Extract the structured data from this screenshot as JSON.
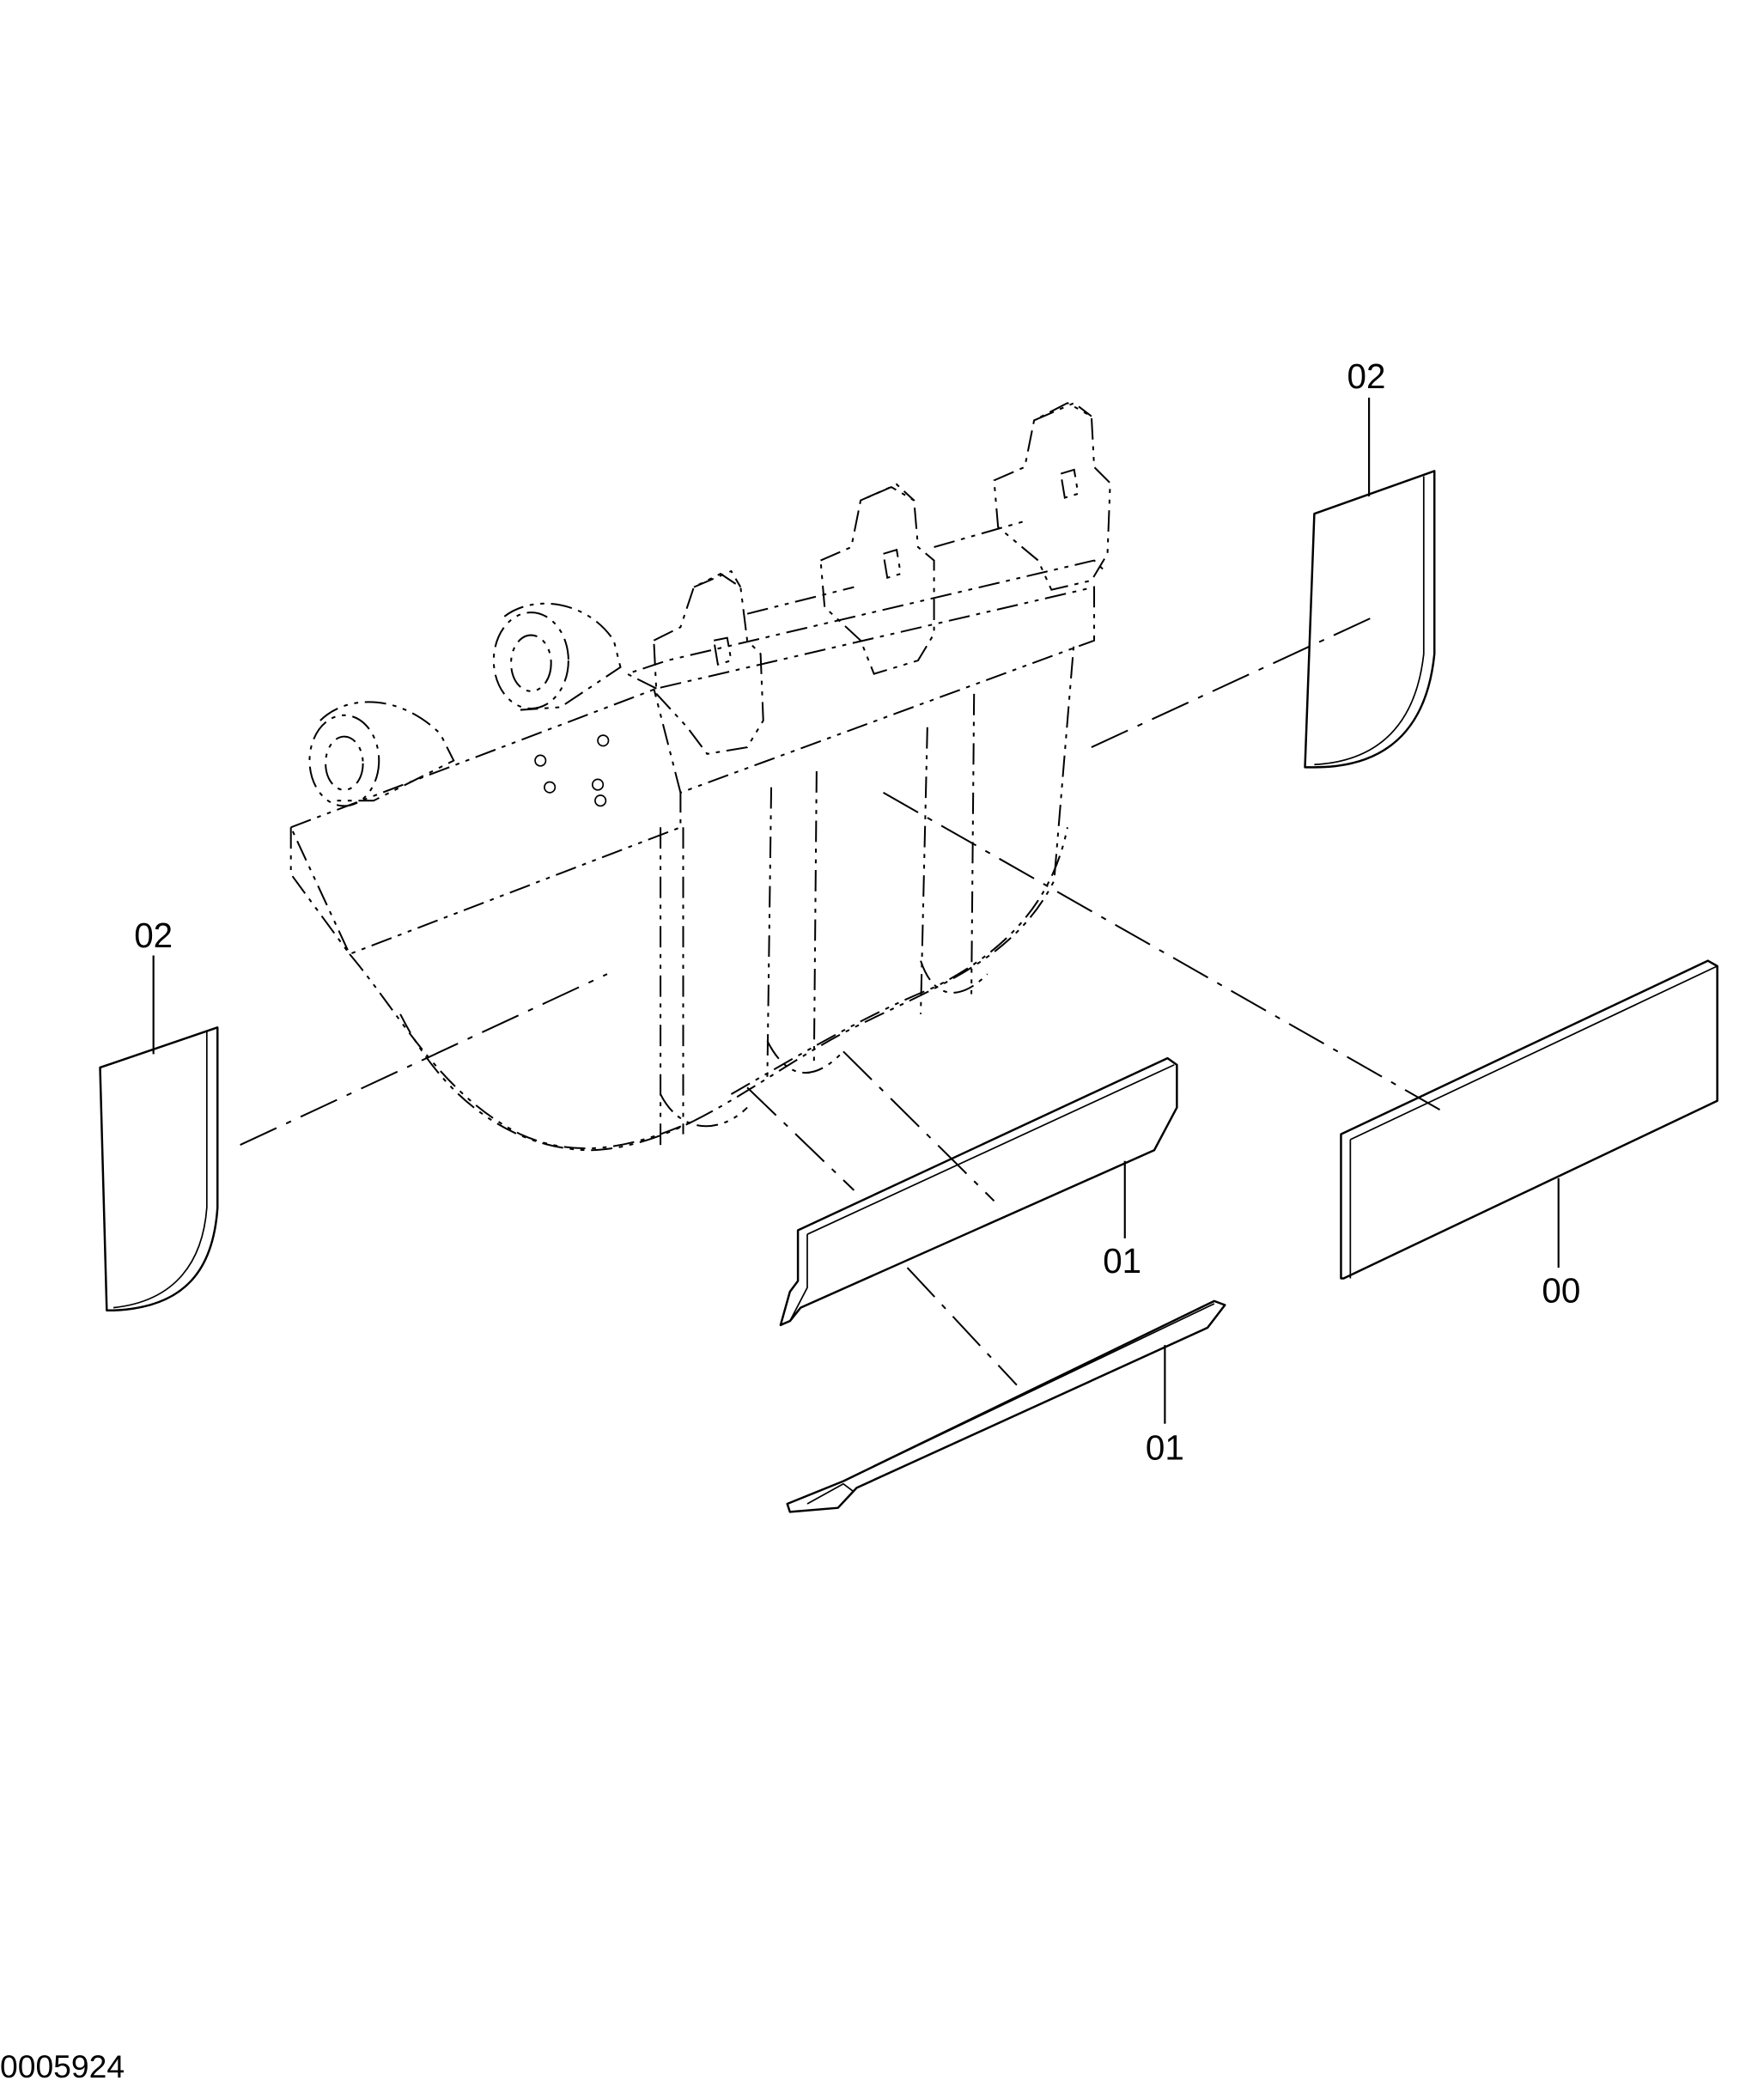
{
  "callouts": {
    "part_00": "00",
    "part_01_edge": "01",
    "part_01_blade": "01",
    "part_02_left": "02",
    "part_02_right": "02"
  },
  "figure_id": "0005924",
  "colors": {
    "line": "#000000",
    "background": "#ffffff"
  }
}
